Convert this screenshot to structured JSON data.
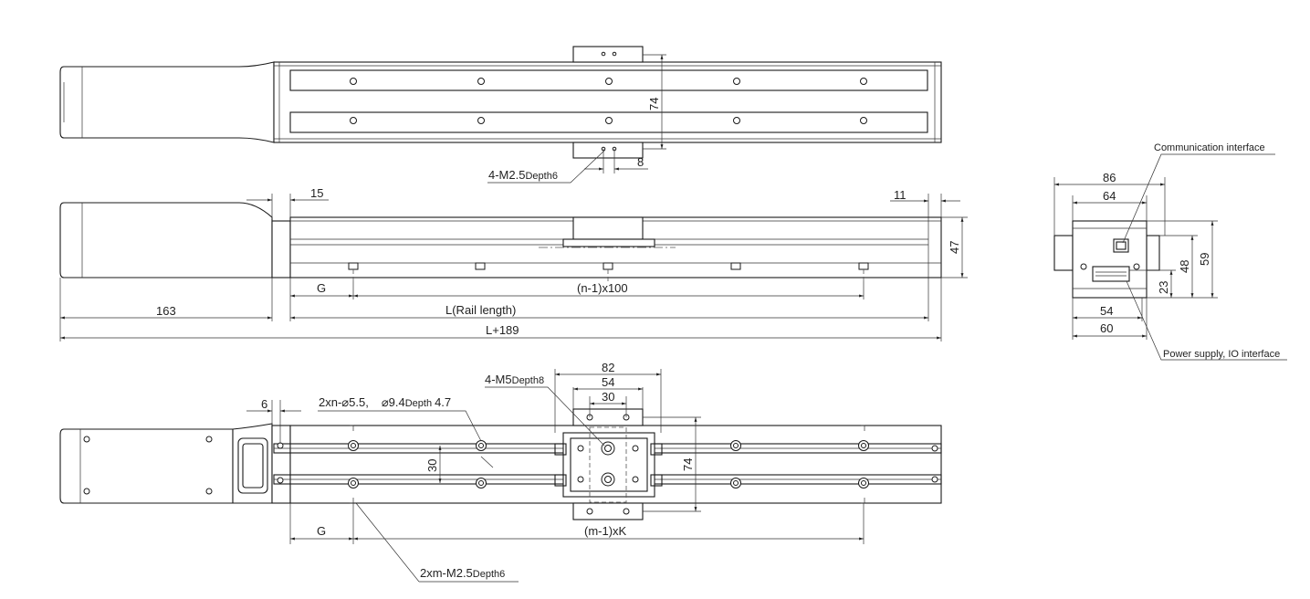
{
  "top_view": {
    "dim_74": "74",
    "dim_8": "8",
    "callout_label": "4-M2.5",
    "callout_depth": "Depth6"
  },
  "side_view": {
    "dim_15": "15",
    "dim_11": "11",
    "dim_47": "47",
    "dim_G": "G",
    "dim_pitch": "(n-1)x100",
    "dim_163": "163",
    "dim_rail": "L(Rail length)",
    "dim_total": "L+189"
  },
  "end_view": {
    "comm_label": "Communication interface",
    "power_label": "Power supply, IO interface",
    "dim_86": "86",
    "dim_64": "64",
    "dim_48": "48",
    "dim_59": "59",
    "dim_23": "23",
    "dim_54": "54",
    "dim_60": "60"
  },
  "bottom_view": {
    "dim_82": "82",
    "dim_54": "54",
    "dim_30_top": "30",
    "m5_label": "4-M5",
    "m5_depth": "Depth8",
    "dim_6": "6",
    "holes_label": "2xn-",
    "holes_d1": "⌀5.5,",
    "holes_d2": "⌀9.4",
    "holes_depth": "Depth",
    "holes_depth_val": "4.7",
    "dim_30_side": "30",
    "dim_74": "74",
    "dim_G": "G",
    "dim_pitch": "(m-1)xK",
    "m25_label": "2xm-M2.5",
    "m25_depth": "Depth6"
  }
}
